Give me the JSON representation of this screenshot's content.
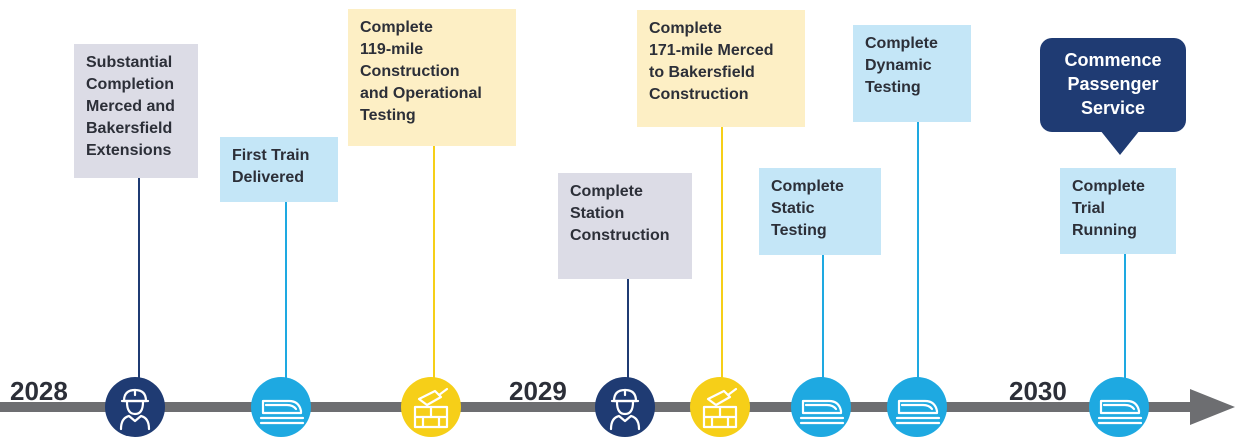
{
  "colors": {
    "gray_box": "#dcdce6",
    "blue_box": "#c4e6f7",
    "yellow_box": "#fdefc5",
    "dark_box": "#1f3b73",
    "navy": "#1f3b73",
    "train_blue": "#1ea9e1",
    "construction_yellow": "#f6cf18",
    "stem_gold": "#f6cf18",
    "axis": "#6d6e71"
  },
  "years": [
    "2028",
    "2029",
    "2030"
  ],
  "milestones": [
    {
      "label": "Substantial\nCompletion\nMerced and\nBakersfield\nExtensions",
      "color": "gray",
      "icon": "worker-icon"
    },
    {
      "label": "First Train\nDelivered",
      "color": "blue",
      "icon": "train-icon"
    },
    {
      "label": "Complete\n119-mile\nConstruction\nand Operational\nTesting",
      "color": "yellow",
      "icon": "bricks-icon"
    },
    {
      "label": "Complete\nStation\nConstruction",
      "color": "gray",
      "icon": "worker-icon"
    },
    {
      "label": "Complete\n171-mile Merced\nto Bakersfield\nConstruction",
      "color": "yellow",
      "icon": "bricks-icon"
    },
    {
      "label": "Complete\nStatic\nTesting",
      "color": "blue",
      "icon": "train-icon"
    },
    {
      "label": "Complete\nDynamic\nTesting",
      "color": "blue",
      "icon": "train-icon"
    },
    {
      "label": "Complete\nTrial\nRunning",
      "color": "blue",
      "icon": "train-icon"
    }
  ],
  "final_milestone": {
    "label": "Commence\nPassenger\nService",
    "color": "dark"
  }
}
